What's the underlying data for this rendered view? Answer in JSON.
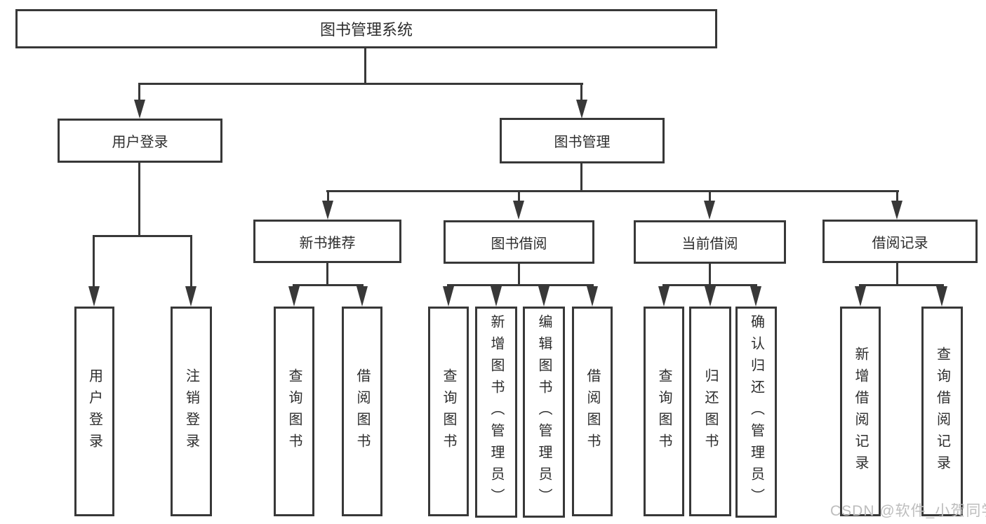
{
  "diagram_title": "图书管理系统",
  "colors": {
    "line": "#383838",
    "text": "#2d2d2d",
    "watermark": "#bdbdbd",
    "background": "#ffffff"
  },
  "nodes": {
    "root": {
      "label": "图书管理系统"
    },
    "level2": [
      {
        "label": "用户登录"
      },
      {
        "label": "图书管理"
      }
    ],
    "level3": [
      {
        "label": "新书推荐"
      },
      {
        "label": "图书借阅"
      },
      {
        "label": "当前借阅"
      },
      {
        "label": "借阅记录"
      }
    ],
    "leaves": [
      {
        "label": "用户登录"
      },
      {
        "label": "注销登录"
      },
      {
        "label": "查询图书"
      },
      {
        "label": "借阅图书"
      },
      {
        "label": "查询图书"
      },
      {
        "label": "新增图书（管理员）"
      },
      {
        "label": "编辑图书（管理员）"
      },
      {
        "label": "借阅图书"
      },
      {
        "label": "查询图书"
      },
      {
        "label": "归还图书"
      },
      {
        "label": "确认归还（管理员）"
      },
      {
        "label": "新增借阅记录"
      },
      {
        "label": "查询借阅记录"
      }
    ]
  },
  "watermark": {
    "text": "CSDN @软件_小贺同学"
  }
}
